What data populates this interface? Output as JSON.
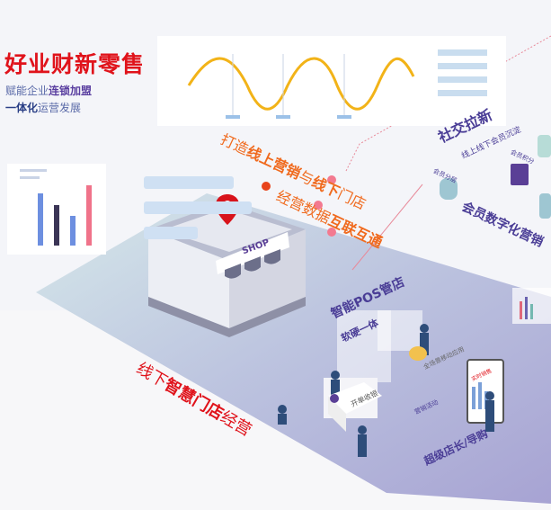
{
  "headline": "好业财新零售",
  "subtitle_line1": {
    "plain": "赋能企业",
    "bold": "连锁加盟"
  },
  "subtitle_line2": {
    "bold": "一体化",
    "plain": "运营发展"
  },
  "slogan_line1": {
    "a": "打造",
    "b": "线上营销",
    "c": "与",
    "d": "线下",
    "e": "门店"
  },
  "slogan_line2": {
    "a": "经营数据",
    "b": "互联互通"
  },
  "store_sign": "SHOP",
  "offline": {
    "a": "线下",
    "b": "智慧门店",
    "c": "经营"
  },
  "social": {
    "title": "社交拉新",
    "subtitle": "线上线下会员沉淀"
  },
  "member": {
    "title": "会员数字化营销",
    "tag1": "会员分层",
    "tag2": "会员积分"
  },
  "pos": {
    "title": "智能POS管店",
    "subtitle": "软硬一体",
    "checkout": "开单收银"
  },
  "guide": {
    "title": "超级店长/导购",
    "tablet": "实时销售",
    "panel": "全场景移动应用",
    "marketing": "营销活动"
  },
  "colors": {
    "red": "#e0131b",
    "orange": "#f06a1e",
    "purple": "#4a3d96",
    "platform_start": "#cfe3e6",
    "platform_end": "#aeaad6"
  }
}
